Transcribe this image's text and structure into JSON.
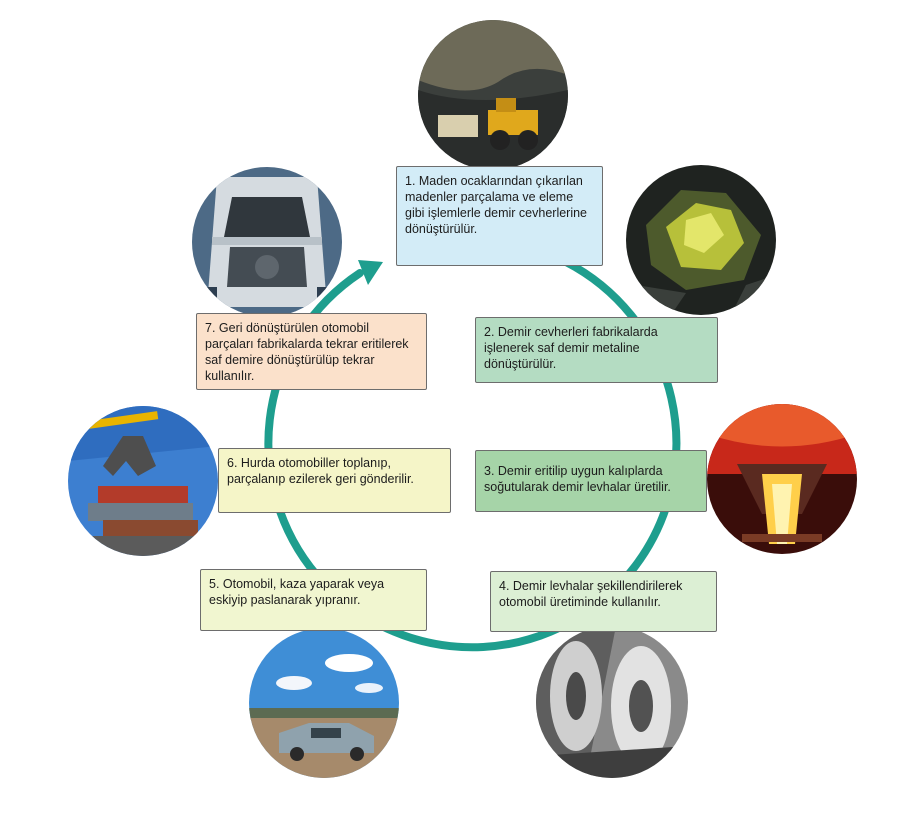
{
  "steps": [
    {
      "text": "1. Maden ocaklarından çıkarılan madenler parçalama ve eleme gibi işlemlerle demir cevherlerine dönüştürülür.",
      "color": "#d3ecf7"
    },
    {
      "text": "2. Demir cevherleri fabrikalarda işlenerek saf demir metaline dönüştürülür.",
      "color": "#b4dcc2"
    },
    {
      "text": "3. Demir eritilip uygun kalıplarda soğutularak demir levhalar üretilir.",
      "color": "#a6d4a8"
    },
    {
      "text": "4. Demir levhalar şekillendirilerek otomobil üretiminde kullanılır.",
      "color": "#dcefd4"
    },
    {
      "text": "5. Otomobil, kaza yaparak  veya eskiyip paslanarak yıpranır.",
      "color": "#f1f6d0"
    },
    {
      "text": "6. Hurda otomobiller toplanıp, parçalanıp ezilerek geri gönderilir.",
      "color": "#f5f5c8"
    },
    {
      "text": "7. Geri dönüştürülen otomobil parçaları fabrikalarda tekrar eritilerek saf demire dönüştürülüp tekrar kullanılır.",
      "color": "#fbe1cb"
    }
  ],
  "photos": [
    {
      "name": "mining-quarry-photo"
    },
    {
      "name": "iron-ore-photo"
    },
    {
      "name": "molten-iron-photo"
    },
    {
      "name": "steel-coils-photo"
    },
    {
      "name": "wrecked-car-photo"
    },
    {
      "name": "scrap-cars-photo"
    },
    {
      "name": "car-body-photo"
    }
  ],
  "cycle_color": "#1e9e8e"
}
